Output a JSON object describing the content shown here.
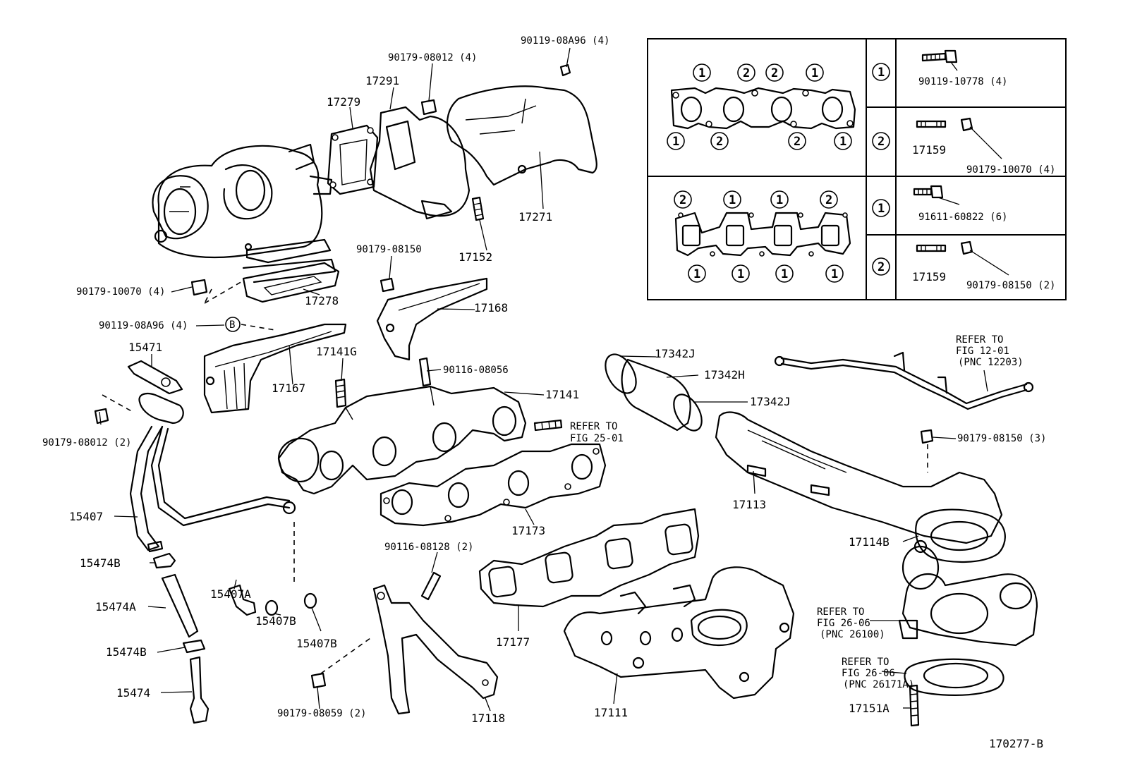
{
  "diagram_id": "170277-B",
  "callouts": {
    "c_90119_08A96_top": "90119-08A96 (4)",
    "c_90179_08012_top": "90179-08012 (4)",
    "c_17291": "17291",
    "c_17279": "17279",
    "c_17271": "17271",
    "c_17152": "17152",
    "c_90179_08150_mid": "90179-08150",
    "c_90179_10070_left": "90179-10070 (4)",
    "c_17278": "17278",
    "c_17168": "17168",
    "c_90119_08A96_left": "90119-08A96 (4)",
    "c_15471": "15471",
    "c_17141G": "17141G",
    "c_17167": "17167",
    "c_90116_08056": "90116-08056",
    "c_17141": "17141",
    "c_refer_25_01_a": "REFER TO",
    "c_refer_25_01_b": "FIG 25-01",
    "c_90179_08012_left": "90179-08012 (2)",
    "c_17173": "17173",
    "c_15407": "15407",
    "c_15474B_a": "15474B",
    "c_15474A": "15474A",
    "c_15474B_b": "15474B",
    "c_15474": "15474",
    "c_15407A": "15407A",
    "c_15407B_a": "15407B",
    "c_15407B_b": "15407B",
    "c_90179_08059": "90179-08059 (2)",
    "c_90116_08128": "90116-08128 (2)",
    "c_17118": "17118",
    "c_17177": "17177",
    "c_17111": "17111",
    "c_17342J_a": "17342J",
    "c_17342H": "17342H",
    "c_17342J_b": "17342J",
    "c_17113": "17113",
    "c_refer_12_01_a": "REFER TO",
    "c_refer_12_01_b": "FIG 12-01",
    "c_refer_12_01_c": "(PNC 12203)",
    "c_90179_08150_right": "90179-08150 (3)",
    "c_17114B": "17114B",
    "c_refer_26_06_a1": "REFER TO",
    "c_refer_26_06_a2": "FIG 26-06",
    "c_refer_26_06_a3": "(PNC 26100)",
    "c_refer_26_06_b1": "REFER TO",
    "c_refer_26_06_b2": "FIG 26-06",
    "c_refer_26_06_b3": "(PNC 26171A)",
    "c_17151A": "17151A",
    "b_marker": "B"
  },
  "table": {
    "gasket_top_numbers": [
      "1",
      "2",
      "2",
      "1"
    ],
    "gasket_top_bottom_numbers": [
      "1",
      "2",
      "2",
      "1"
    ],
    "gasket_bot_top_numbers": [
      "2",
      "1",
      "1",
      "2"
    ],
    "gasket_bot_bottom_numbers": [
      "1",
      "1",
      "1",
      "1"
    ],
    "row1_key": "1",
    "row1_part": "90119-10778 (4)",
    "row2_key": "2",
    "row2_part_a": "17159",
    "row2_part_b": "90179-10070 (4)",
    "row3_key": "1",
    "row3_part": "91611-60822 (6)",
    "row4_key": "2",
    "row4_part_a": "17159",
    "row4_part_b": "90179-08150 (2)"
  }
}
